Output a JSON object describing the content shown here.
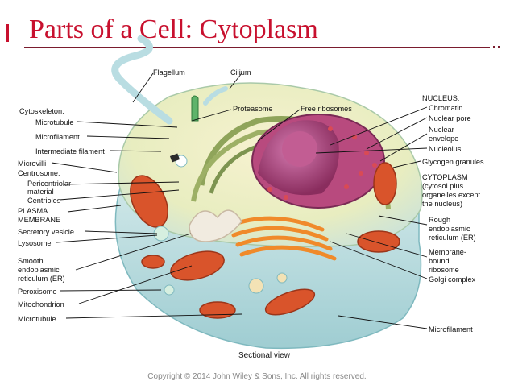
{
  "title": "Parts of a Cell: Cytoplasm",
  "labels": {
    "flagellum": "Flagellum",
    "cilium": "Cilium",
    "cytoskeleton": "Cytoskeleton:",
    "microtubule_top": "Microtubule",
    "microfilament_top": "Microfilament",
    "intermediate_filament": "Intermediate filament",
    "microvilli": "Microvilli",
    "centrosome": "Centrosome:",
    "pericentriolar_line1": "Pericentriolar",
    "pericentriolar_line2": "material",
    "centrioles": "Centrioles",
    "plasma_line1": "PLASMA",
    "plasma_line2": "MEMBRANE",
    "secretory_vesicle": "Secretory vesicle",
    "lysosome": "Lysosome",
    "smooth_er_line1": "Smooth",
    "smooth_er_line2": "endoplasmic",
    "smooth_er_line3": "reticulum (ER)",
    "peroxisome": "Peroxisome",
    "mitochondrion": "Mitochondrion",
    "microtubule_bottom": "Microtubule",
    "proteasome": "Proteasome",
    "free_ribosomes": "Free ribosomes",
    "nucleus": "NUCLEUS:",
    "chromatin": "Chromatin",
    "nuclear_pore": "Nuclear pore",
    "nuclear_envelope_line1": "Nuclear",
    "nuclear_envelope_line2": "envelope",
    "nucleolus": "Nucleolus",
    "glycogen_granules": "Glycogen granules",
    "cytoplasm_line1": "CYTOPLASM",
    "cytoplasm_line2": "(cytosol plus",
    "cytoplasm_line3": "organelles except",
    "cytoplasm_line4": "the nucleus)",
    "rough_er_line1": "Rough",
    "rough_er_line2": "endoplasmic",
    "rough_er_line3": "reticulum (ER)",
    "membrane_bound_line1": "Membrane-",
    "membrane_bound_line2": "bound",
    "membrane_bound_line3": "ribosome",
    "golgi_complex": "Golgi complex",
    "microfilament_bottom": "Microfilament"
  },
  "caption": "Sectional view",
  "copyright": "Copyright © 2014 John Wiley & Sons, Inc. All rights reserved.",
  "colors": {
    "title": "#c8102e",
    "rule": "#7a1c2e",
    "cytosol": "#eef0c4",
    "nucleus": "#9b3a6b",
    "mitochondria": "#d9542b",
    "golgi": "#f08a2a",
    "membrane": "#9fd3d6"
  }
}
